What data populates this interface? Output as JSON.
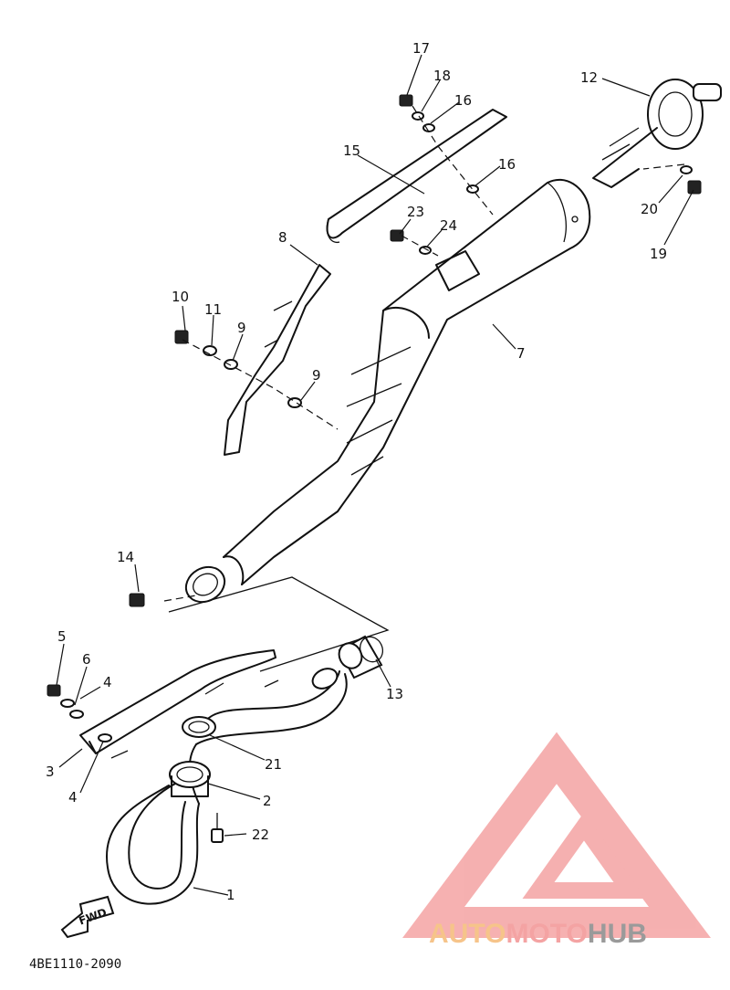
{
  "diagram": {
    "drawing_code": "4BE1110-2090",
    "fwd_label": "FWD",
    "callouts": [
      {
        "id": "c1",
        "label": "1"
      },
      {
        "id": "c2",
        "label": "2"
      },
      {
        "id": "c3",
        "label": "3"
      },
      {
        "id": "c4a",
        "label": "4"
      },
      {
        "id": "c4b",
        "label": "4"
      },
      {
        "id": "c5",
        "label": "5"
      },
      {
        "id": "c6",
        "label": "6"
      },
      {
        "id": "c7",
        "label": "7"
      },
      {
        "id": "c8",
        "label": "8"
      },
      {
        "id": "c9a",
        "label": "9"
      },
      {
        "id": "c9b",
        "label": "9"
      },
      {
        "id": "c10",
        "label": "10"
      },
      {
        "id": "c11",
        "label": "11"
      },
      {
        "id": "c12",
        "label": "12"
      },
      {
        "id": "c13",
        "label": "13"
      },
      {
        "id": "c14",
        "label": "14"
      },
      {
        "id": "c15",
        "label": "15"
      },
      {
        "id": "c16a",
        "label": "16"
      },
      {
        "id": "c16b",
        "label": "16"
      },
      {
        "id": "c17",
        "label": "17"
      },
      {
        "id": "c18",
        "label": "18"
      },
      {
        "id": "c19",
        "label": "19"
      },
      {
        "id": "c20",
        "label": "20"
      },
      {
        "id": "c21",
        "label": "21"
      },
      {
        "id": "c22",
        "label": "22"
      },
      {
        "id": "c23",
        "label": "23"
      },
      {
        "id": "c24",
        "label": "24"
      }
    ]
  },
  "watermark": {
    "text_part1": "AUTO",
    "text_part2": "MOTO",
    "text_part3": "HUB",
    "color_primary": "#f4a3a3",
    "color_secondary": "#f6c48a",
    "color_tertiary": "#9a9a9a"
  }
}
